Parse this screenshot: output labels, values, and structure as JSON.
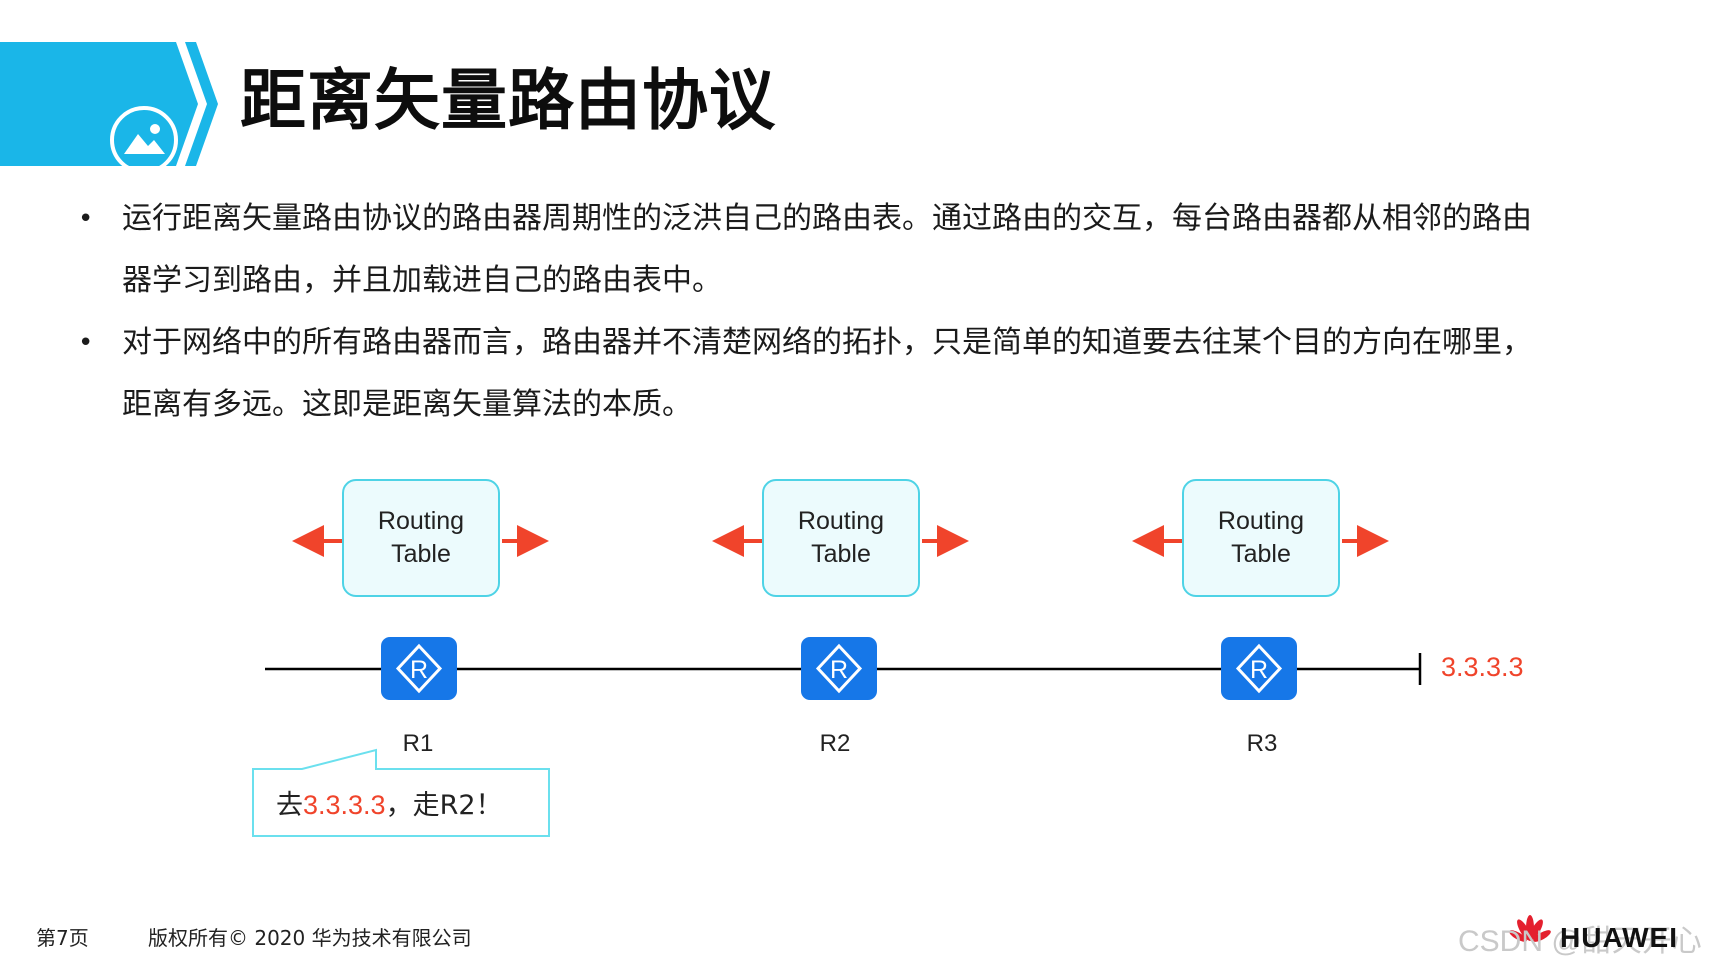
{
  "header": {
    "title": "距离矢量路由协议",
    "accent_color": "#1ab6e8",
    "icon": "image-icon"
  },
  "bullets": [
    {
      "line1": "运行距离矢量路由协议的路由器周期性的泛洪自己的路由表。通过路由的交互，每台路由器都从相邻的路由",
      "line2": "器学习到路由，并且加载进自己的路由表中。"
    },
    {
      "line1": "对于网络中的所有路由器而言，路由器并不清楚网络的拓扑，只是简单的知道要去往某个目的方向在哪里，",
      "line2": "距离有多远。这即是距离矢量算法的本质。"
    }
  ],
  "bullet_marker": "•",
  "diagram": {
    "routers": [
      {
        "name": "R1",
        "table_line1": "Routing",
        "table_line2": "Table"
      },
      {
        "name": "R2",
        "table_line1": "Routing",
        "table_line2": "Table"
      },
      {
        "name": "R3",
        "table_line1": "Routing",
        "table_line2": "Table"
      }
    ],
    "router_glyph": "R",
    "destination": "3.3.3.3",
    "callout": {
      "prefix": "去",
      "address": "3.3.3.3",
      "suffix": "，走R2！"
    },
    "colors": {
      "router_blue": "#1677e8",
      "arrow_red": "#f0442b",
      "box_border": "#4ed3e6",
      "box_fill": "#ecfbfd"
    }
  },
  "footer": {
    "page": "第7页",
    "copyright": "版权所有© 2020 华为技术有限公司",
    "watermark": "CSDN @甜天开心",
    "brand": "HUAWEI",
    "logo_icon": "huawei-petal-logo-icon"
  }
}
